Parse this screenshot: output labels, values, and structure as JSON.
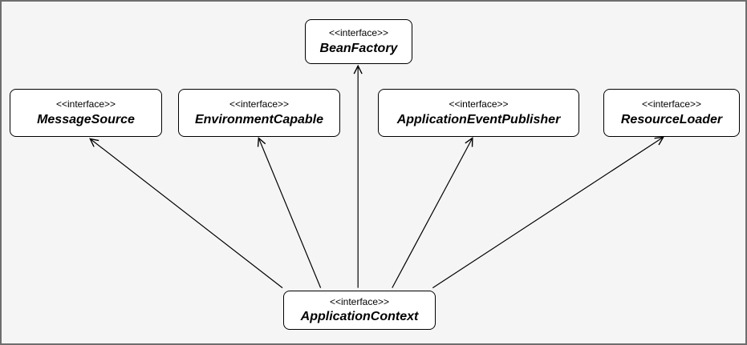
{
  "diagram": {
    "type": "uml-class-diagram",
    "background_color": "#f5f5f5",
    "frame_border_color": "#6e6e6e",
    "node_fill_color": "#ffffff",
    "node_border_color": "#000000",
    "arrow_color": "#000000"
  },
  "nodes": [
    {
      "id": "BeanFactory",
      "stereotype": "<<interface>>",
      "name": "BeanFactory"
    },
    {
      "id": "MessageSource",
      "stereotype": "<<interface>>",
      "name": "MessageSource"
    },
    {
      "id": "EnvironmentCapable",
      "stereotype": "<<interface>>",
      "name": "EnvironmentCapable"
    },
    {
      "id": "ApplicationEventPublisher",
      "stereotype": "<<interface>>",
      "name": "ApplicationEventPublisher"
    },
    {
      "id": "ResourceLoader",
      "stereotype": "<<interface>>",
      "name": "ResourceLoader"
    },
    {
      "id": "ApplicationContext",
      "stereotype": "<<interface>>",
      "name": "ApplicationContext"
    }
  ],
  "edges": [
    {
      "from": "ApplicationContext",
      "to": "MessageSource",
      "style": "open-arrow"
    },
    {
      "from": "ApplicationContext",
      "to": "EnvironmentCapable",
      "style": "open-arrow"
    },
    {
      "from": "ApplicationContext",
      "to": "BeanFactory",
      "style": "open-arrow"
    },
    {
      "from": "ApplicationContext",
      "to": "ApplicationEventPublisher",
      "style": "open-arrow"
    },
    {
      "from": "ApplicationContext",
      "to": "ResourceLoader",
      "style": "open-arrow"
    }
  ]
}
